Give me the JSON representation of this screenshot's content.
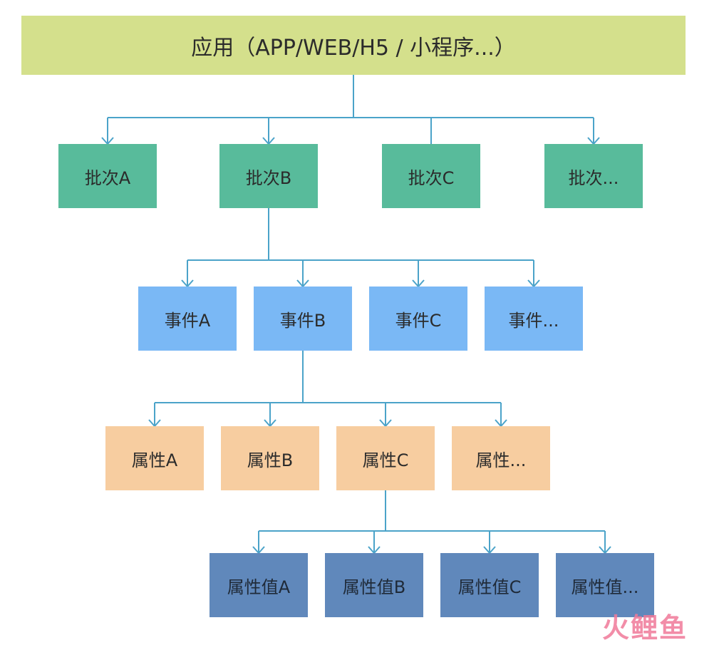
{
  "colors": {
    "root": "#d4e08c",
    "batch": "#58bb9b",
    "event": "#7ab8f5",
    "attr": "#f7cda0",
    "value": "#6088bb",
    "edge": "#4ba3c9"
  },
  "root": {
    "label": "应用（APP/WEB/H5 / 小程序...）"
  },
  "levels": [
    {
      "kind": "batch",
      "expanded": 1,
      "items": [
        "批次A",
        "批次B",
        "批次C",
        "批次..."
      ]
    },
    {
      "kind": "event",
      "expanded": 1,
      "items": [
        "事件A",
        "事件B",
        "事件C",
        "事件..."
      ]
    },
    {
      "kind": "attr",
      "expanded": 2,
      "items": [
        "属性A",
        "属性B",
        "属性C",
        "属性..."
      ]
    },
    {
      "kind": "value",
      "expanded": null,
      "items": [
        "属性值A",
        "属性值B",
        "属性值C",
        "属性值..."
      ]
    }
  ],
  "watermark": {
    "text": "火鲤鱼"
  }
}
